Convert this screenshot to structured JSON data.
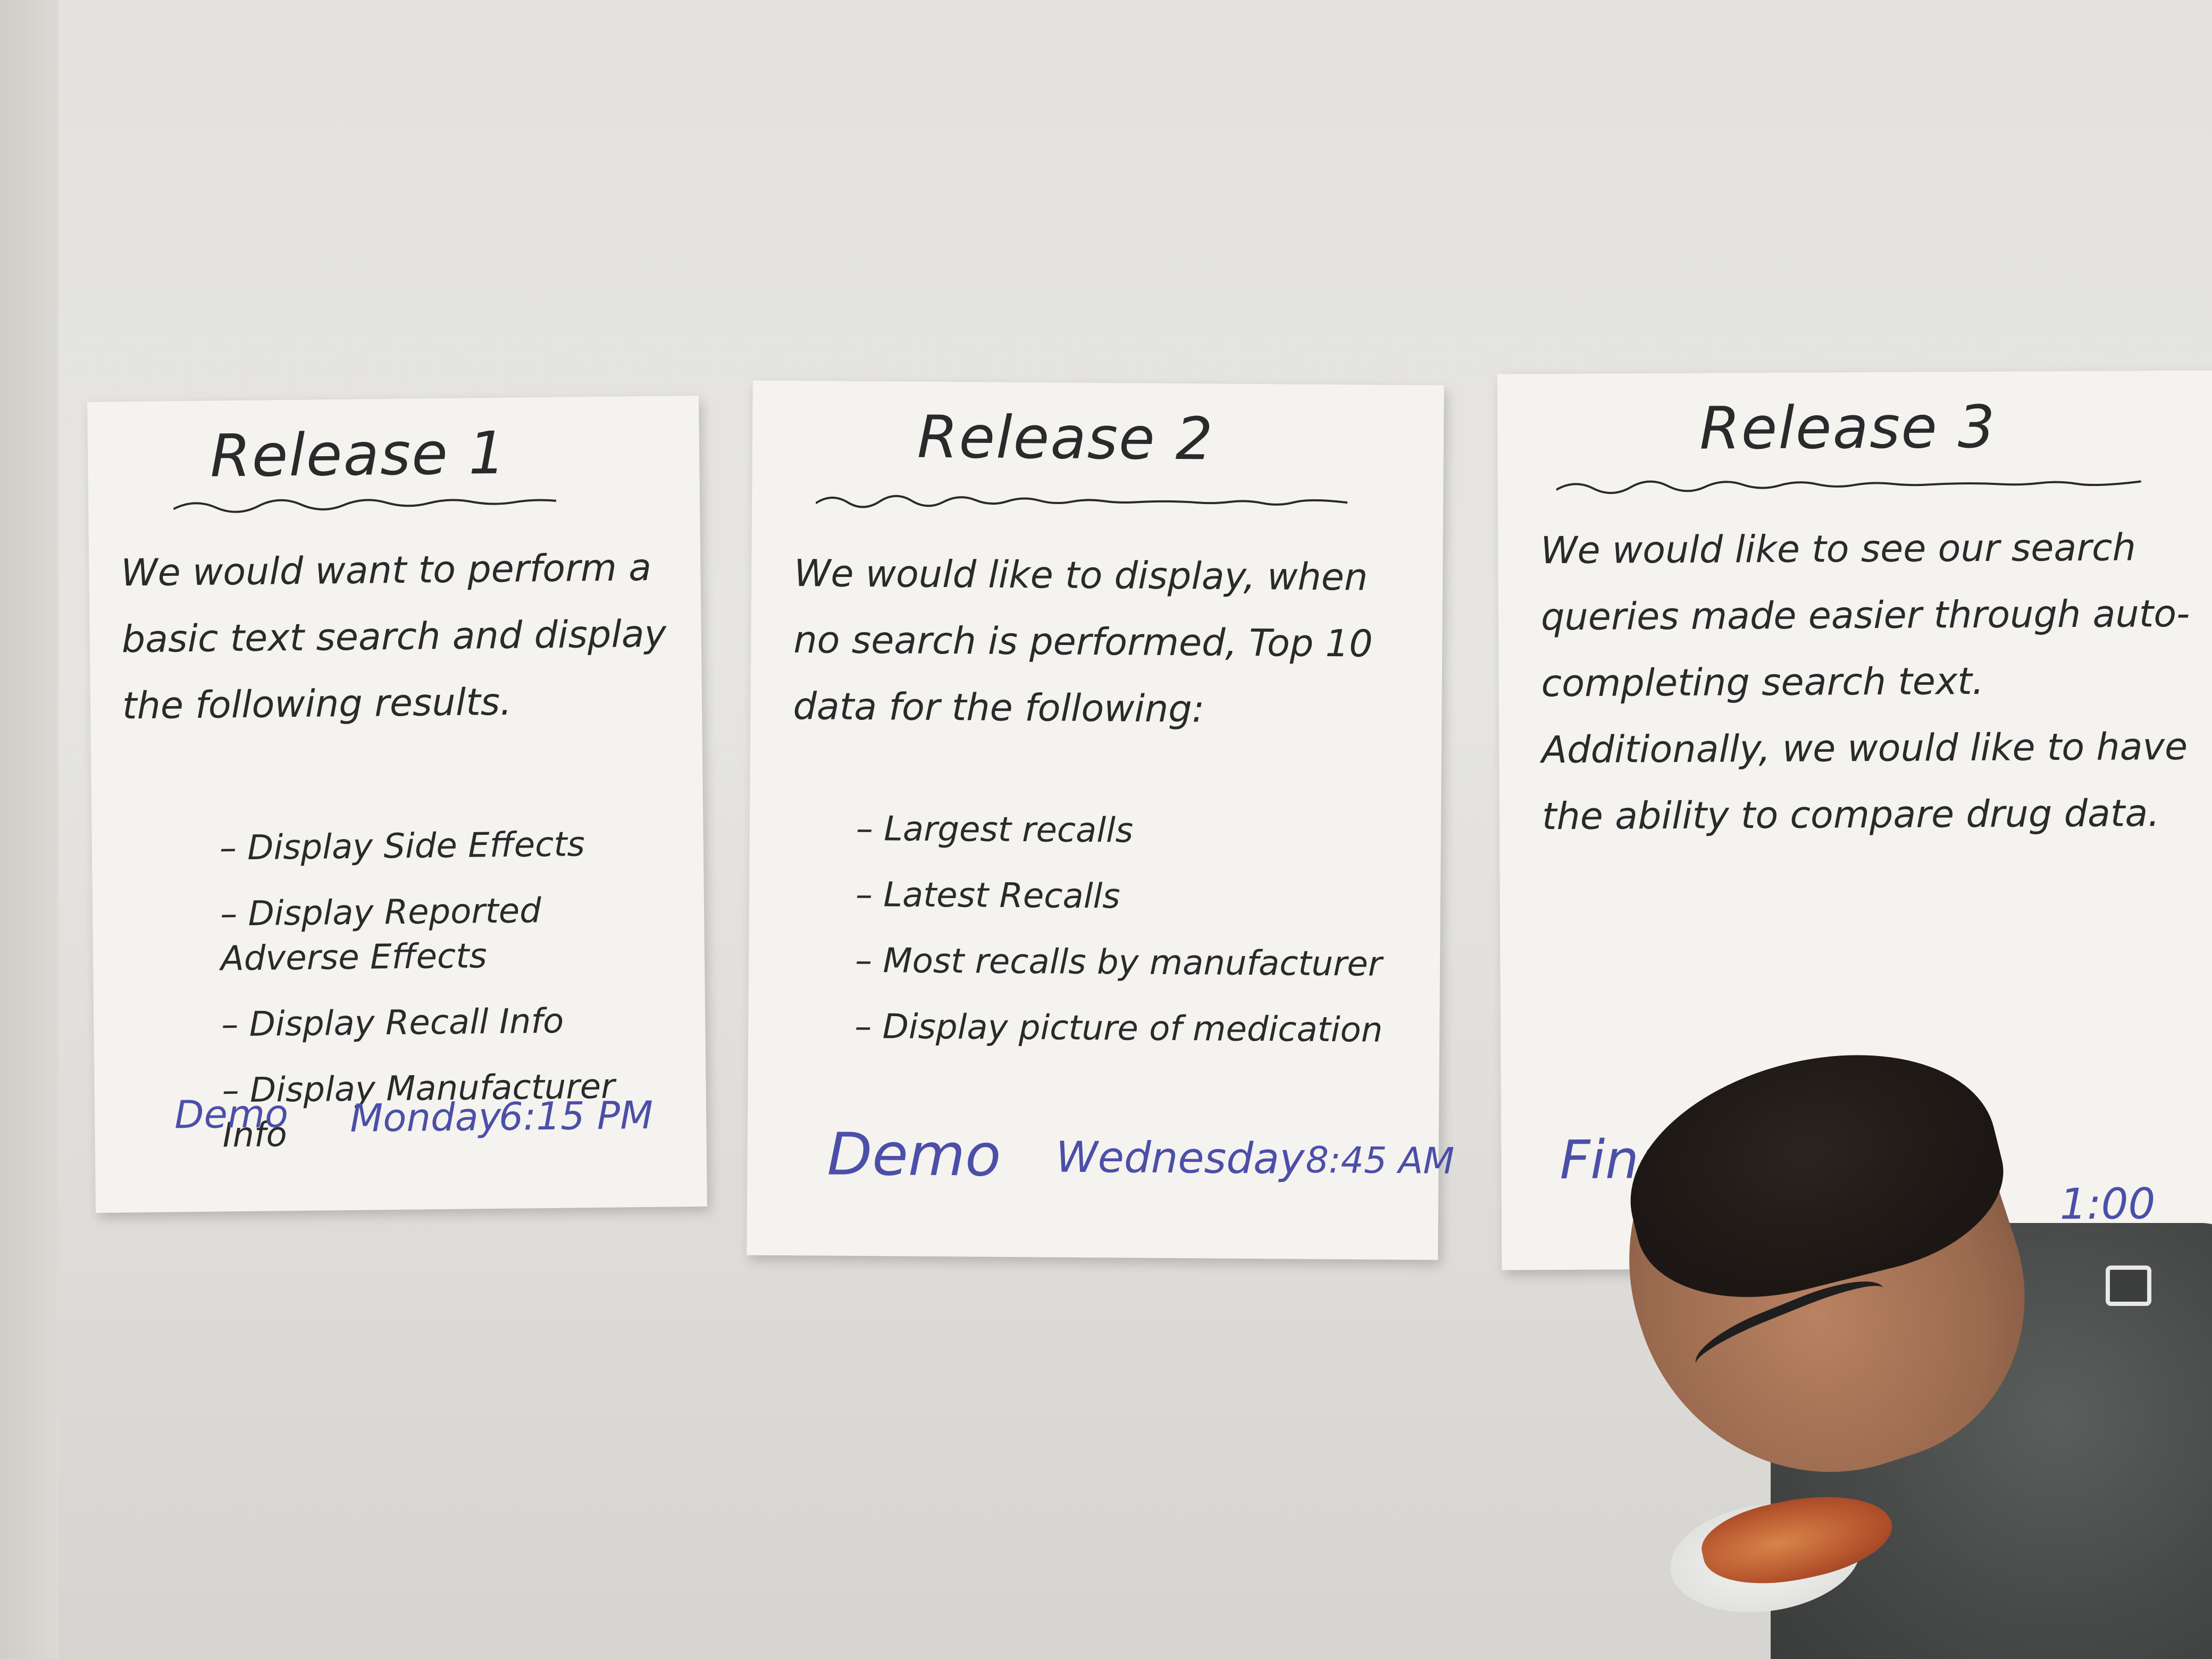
{
  "posters": [
    {
      "title": "Release 1",
      "body": "We would want to perform a basic text search and display the following results.",
      "items": [
        "Display Side Effects",
        "Display Reported Adverse Effects",
        "Display Recall Info",
        "Display Manufacturer Info"
      ],
      "demo": {
        "label": "Demo",
        "day": "Monday",
        "time": "6:15 PM"
      }
    },
    {
      "title": "Release 2",
      "body": "We would like to display, when no search is performed, Top 10 data for the following:",
      "items": [
        "Largest recalls",
        "Latest Recalls",
        "Most recalls by manufacturer",
        "Display picture of medication"
      ],
      "demo": {
        "label": "Demo",
        "day": "Wednesday",
        "time": "8:45 AM"
      }
    },
    {
      "title": "Release 3",
      "body": "We would like to see our search queries made easier through auto-completing search text. Additionally, we would like to have the ability to compare drug data.",
      "demo": {
        "label": "Final",
        "time": "1:00"
      }
    }
  ],
  "colors": {
    "wall": "#e3e2de",
    "paper": "#f4f3ef",
    "ink": "#2a2a2c",
    "demo_ink": "#4b4fa8"
  }
}
